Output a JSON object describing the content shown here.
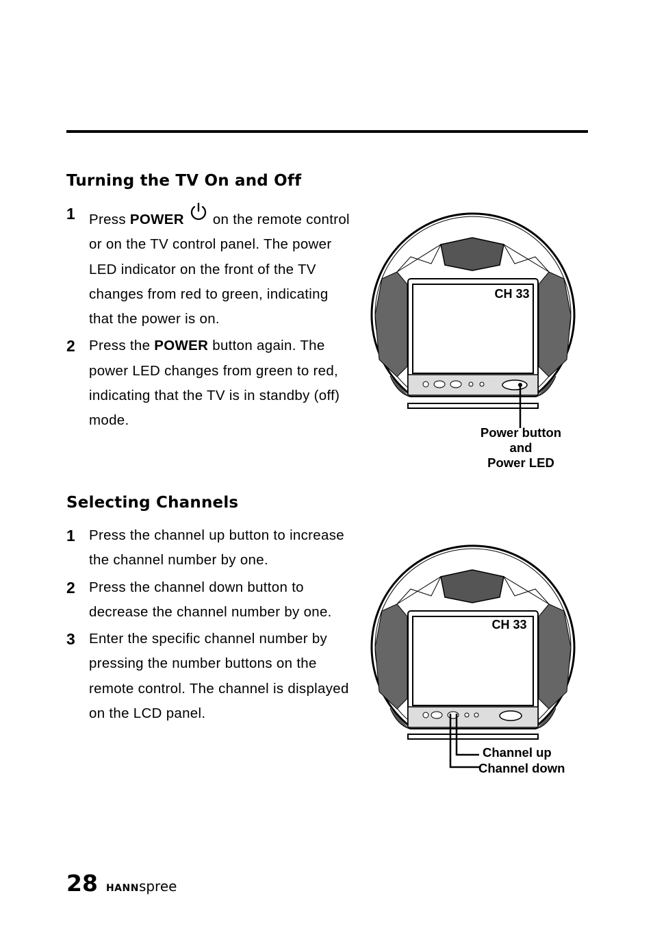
{
  "section_power": {
    "title": "Turning the TV On and Off",
    "steps": [
      {
        "num": "1",
        "pre": "Press ",
        "keyword": "POWER",
        "post": " on the remote control or on the TV control panel. The power LED indicator on the front of the TV changes from red to green, indicating that the power is on."
      },
      {
        "num": "2",
        "pre": "Press the ",
        "keyword": "POWER",
        "post": " button again. The power LED changes from green to red, indicating that the TV is in standby (off) mode."
      }
    ]
  },
  "section_channels": {
    "title": "Selecting Channels",
    "steps": [
      {
        "num": "1",
        "text": "Press the channel up button to increase the channel number by one."
      },
      {
        "num": "2",
        "text": "Press the channel down button to decrease the channel number by one."
      },
      {
        "num": "3",
        "text": "Enter the specific channel number by pressing the number buttons on the remote control. The channel is displayed on the LCD panel."
      }
    ]
  },
  "figure_power": {
    "screen_text": "CH 33",
    "callout_lines": [
      "Power button",
      "and",
      "Power LED"
    ]
  },
  "figure_channels": {
    "screen_text": "CH 33",
    "callout_up": "Channel up",
    "callout_down": "Channel down"
  },
  "footer": {
    "page_number": "28",
    "brand_strong": "HANN",
    "brand_light": "spree"
  },
  "icons": {
    "power": "power-icon"
  }
}
